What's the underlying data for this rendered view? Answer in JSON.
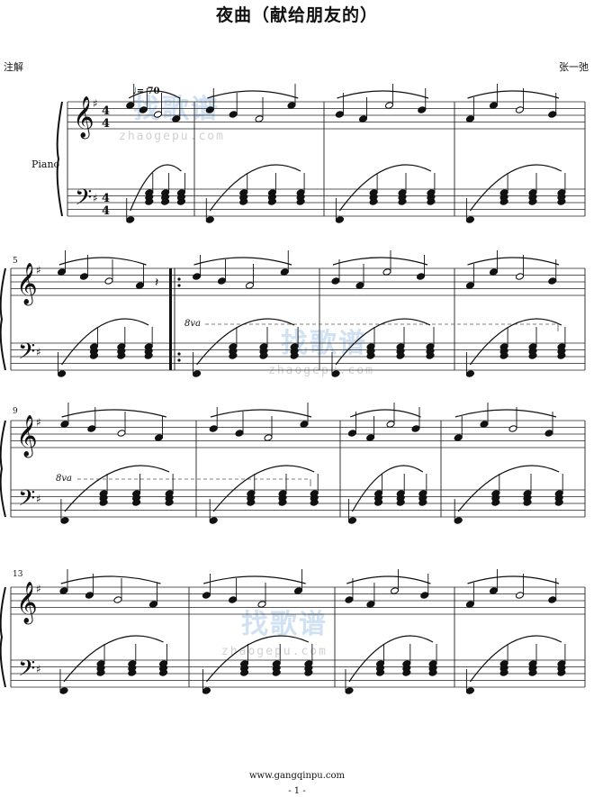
{
  "title": "夜曲（献给朋友的）",
  "left_note": "注解",
  "composer": "张一弛",
  "instrument": "Piano",
  "tempo": "♩= 70",
  "measure_numbers": [
    "5",
    "9",
    "13"
  ],
  "ottava_label": "8va",
  "watermark": {
    "brand": "找歌谱",
    "site": "zhaogepu.com"
  },
  "footer_url": "www.gangqinpu.com",
  "page_label": "- 1 -"
}
